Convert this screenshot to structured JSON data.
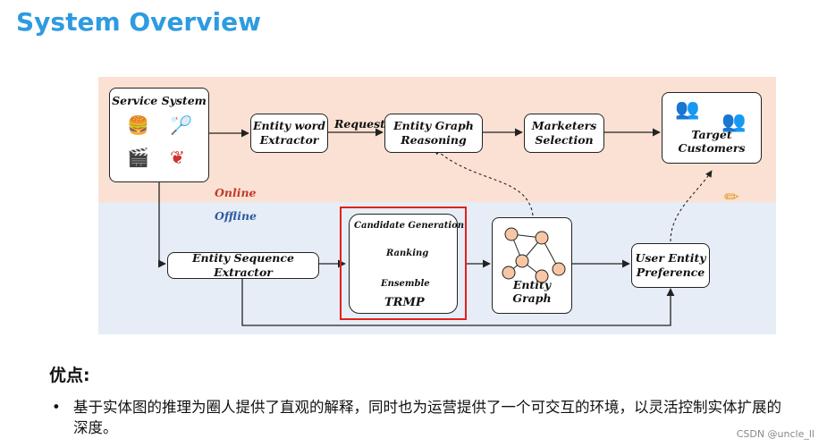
{
  "slide": {
    "title": "System Overview",
    "pros_heading": "优点:",
    "pros_bullet": "基于实体图的推理为圈人提供了直观的解释，同时也为运营提供了一个可交互的环境，以灵活控制实体扩展的深度。",
    "watermark": "CSDN @uncle_ll"
  },
  "diagram": {
    "online_label": "Online",
    "offline_label": "Offline",
    "request_label": "Request",
    "service_system": "Service System",
    "entity_word_extractor": "Entity word Extractor",
    "entity_graph_reasoning": "Entity Graph Reasoning",
    "marketers_selection": "Marketers Selection",
    "target_customers": "Target Customers",
    "entity_sequence_extractor": "Entity Sequence Extractor",
    "candidate_generation": "Candidate Generation",
    "ranking": "Ranking",
    "ensemble": "Ensemble",
    "trmp": "TRMP",
    "entity_graph": "Entity Graph",
    "user_entity_preference": "User Entity Preference"
  },
  "colors": {
    "title": "#2e9be0",
    "online_band": "#fbe1d3",
    "offline_band": "#e6edf6",
    "online_text": "#c0392b",
    "offline_text": "#2c5aa0",
    "highlight_box": "#e0201c",
    "graph_node": "#f7c6a4"
  },
  "icons": [
    "food-icon",
    "tennis-player-icon",
    "clapperboard-icon",
    "mickey-icon",
    "people-outline-icon",
    "people-filled-icon",
    "pencil-icon"
  ]
}
